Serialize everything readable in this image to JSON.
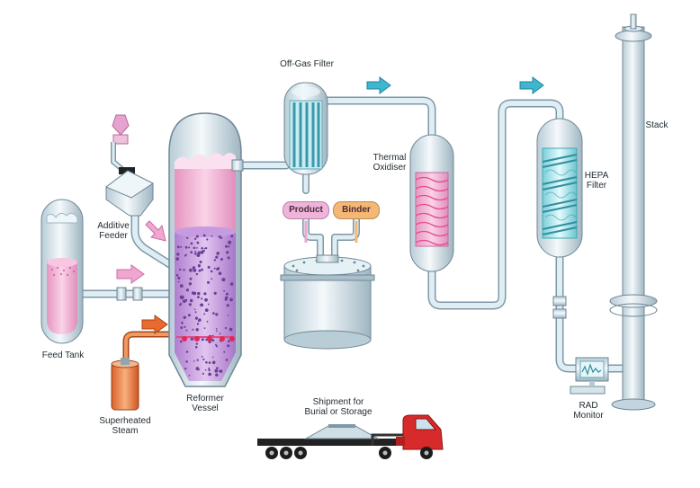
{
  "labels": {
    "off_gas_filter": "Off-Gas Filter",
    "thermal_oxidiser_1": "Thermal",
    "thermal_oxidiser_2": "Oxidiser",
    "hepa_1": "HEPA",
    "hepa_2": "Filter",
    "stack": "Stack",
    "additive_feeder_1": "Additive",
    "additive_feeder_2": "Feeder",
    "feed_tank": "Feed Tank",
    "superheated_steam_1": "Superheated",
    "superheated_steam_2": "Steam",
    "reformer_vessel_1": "Reformer",
    "reformer_vessel_2": "Vessel",
    "shipment_1": "Shipment for",
    "shipment_2": "Burial or Storage",
    "rad_monitor_1": "RAD",
    "rad_monitor_2": "Monitor",
    "product": "Product",
    "binder": "Binder"
  },
  "colors": {
    "pipe": "#c9dde6",
    "pipe_edge": "#7f98a6",
    "vessel_pink": "#f2b7d6",
    "vessel_purple": "#9a6ac0",
    "arrow_pink": "#f0a6cf",
    "arrow_teal": "#3fb6cf",
    "arrow_orange": "#e86a2e",
    "product_pill": "#f0b3da",
    "binder_pill": "#f4b874",
    "truck_red": "#d72a2a",
    "hepa_teal": "#6fd6de"
  }
}
